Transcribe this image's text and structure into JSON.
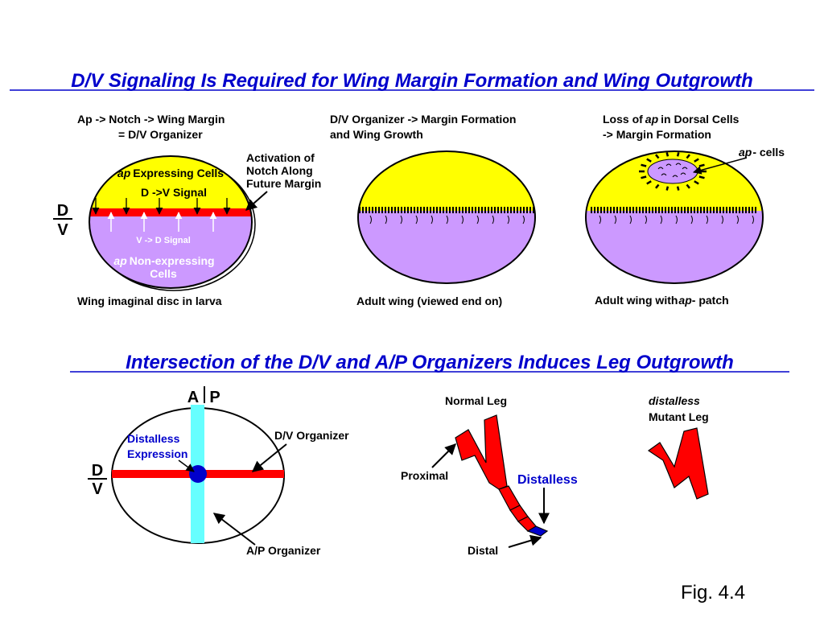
{
  "colors": {
    "dorsal": "#ffff00",
    "ventral": "#cc99ff",
    "organizer": "#ff0000",
    "ap_organizer": "#66ffff",
    "distalless": "#0000cc",
    "title": "#0000cc",
    "leg": "#ff0000"
  },
  "title_top": "D/V Signaling Is Required for Wing Margin Formation and Wing Outgrowth",
  "panel1": {
    "heading_line1": "Ap -> Notch -> Wing Margin",
    "heading_line2": "= D/V Organizer",
    "ap_italic": "ap",
    "expressing": "Expressing Cells",
    "d_to_v": "D ->V  Signal",
    "v_to_d": "V -> D Signal",
    "nonexp_line1": "Non-expressing",
    "nonexp_line2": "Cells",
    "activation_line1": "Activation of",
    "activation_line2": "Notch Along",
    "activation_line3": "Future Margin",
    "d_label": "D",
    "v_label": "V",
    "caption": "Wing imaginal disc in larva"
  },
  "panel2": {
    "heading_line1": "D/V Organizer -> Margin Formation",
    "heading_line2": "and Wing Growth",
    "caption": "Adult wing (viewed end on)"
  },
  "panel3": {
    "heading_line1_pre": "Loss of",
    "heading_line1_it": "ap",
    "heading_line1_post": "in Dorsal Cells",
    "heading_line2": "-> Margin Formation",
    "cells_it": "ap",
    "cells_post": "- cells",
    "caption_pre": "Adult wing with",
    "caption_it": "ap",
    "caption_post": "- patch"
  },
  "title_bottom": "Intersection of the D/V and A/P Organizers Induces Leg Outgrowth",
  "leg_disc": {
    "a_label": "A",
    "p_label": "P",
    "d_label": "D",
    "v_label": "V",
    "distalless_line1": "Distalless",
    "distalless_line2": "Expression",
    "dv_organizer": "D/V Organizer",
    "ap_organizer": "A/P Organizer"
  },
  "normal_leg": {
    "title": "Normal Leg",
    "proximal": "Proximal",
    "distalless": "Distalless",
    "distal": "Distal"
  },
  "mutant_leg": {
    "title_line1": "distalless",
    "title_line2": "Mutant Leg"
  },
  "figure_label": "Fig. 4.4"
}
